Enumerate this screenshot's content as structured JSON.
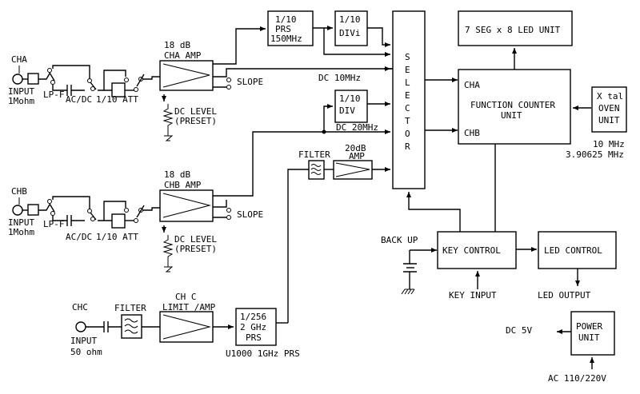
{
  "labels": {
    "cha": "CHA",
    "cha_input_1": "INPUT",
    "cha_input_2": "1Mohm",
    "cha_lpf": "LP-F",
    "cha_acdc": "AC/DC",
    "cha_att": "1/10 ATT",
    "cha_db": "18 dB",
    "cha_amp": "CHA  AMP",
    "cha_slope": "SLOPE",
    "cha_dclevel_1": "DC LEVEL",
    "cha_dclevel_2": "(PRESET)",
    "prs150_1": "1/10",
    "prs150_2": "PRS",
    "prs150_3": "150MHz",
    "divi_1": "1/10",
    "divi_2": "DIVi",
    "dc10": "DC  10MHz",
    "div_1": "1/10",
    "div_2": "DIV",
    "dc20": "DC 20MHz",
    "selector": "SELECTOR",
    "ledunit": "7 SEG x 8 LED UNIT",
    "fc_cha": "CHA",
    "fc_1": "FUNCTION COUNTER",
    "fc_2": "UNIT",
    "fc_chb": "CHB",
    "xtal_1": "X tal",
    "xtal_2": "OVEN",
    "xtal_3": "UNIT",
    "freq_1": "10 MHz",
    "freq_2": "3.90625 MHz",
    "chb": "CHB",
    "chb_input_1": "INPUT",
    "chb_input_2": "1Mohm",
    "chb_lpf": "LP-F",
    "chb_acdc": "AC/DC",
    "chb_att": "1/10 ATT",
    "chb_db": "18 dB",
    "chb_amp": "CHB  AMP",
    "chb_slope": "SLOPE",
    "chb_dclevel_1": "DC LEVEL",
    "chb_dclevel_2": "(PRESET)",
    "filter_top": "FILTER",
    "amp20_1": "20dB",
    "amp20_2": "AMP",
    "backup": "BACK UP",
    "keyctrl": "KEY CONTROL",
    "keyinput": "KEY INPUT",
    "ledctrl": "LED CONTROL",
    "ledoutput": "LED OUTPUT",
    "chc": "CHC",
    "chc_input_1": "INPUT",
    "chc_input_2": "50 ohm",
    "filter_chc": "FILTER",
    "chc_amp_1": "CH C",
    "chc_amp_2": "LIMIT /AMP",
    "prs256_1": "1/256",
    "prs256_2": "2 GHz",
    "prs256_3": "PRS",
    "u1000": "U1000  1GHz PRS",
    "dc5v": "DC 5V",
    "power_1": "POWER",
    "power_2": "UNIT",
    "ac": "AC 110/220V"
  }
}
